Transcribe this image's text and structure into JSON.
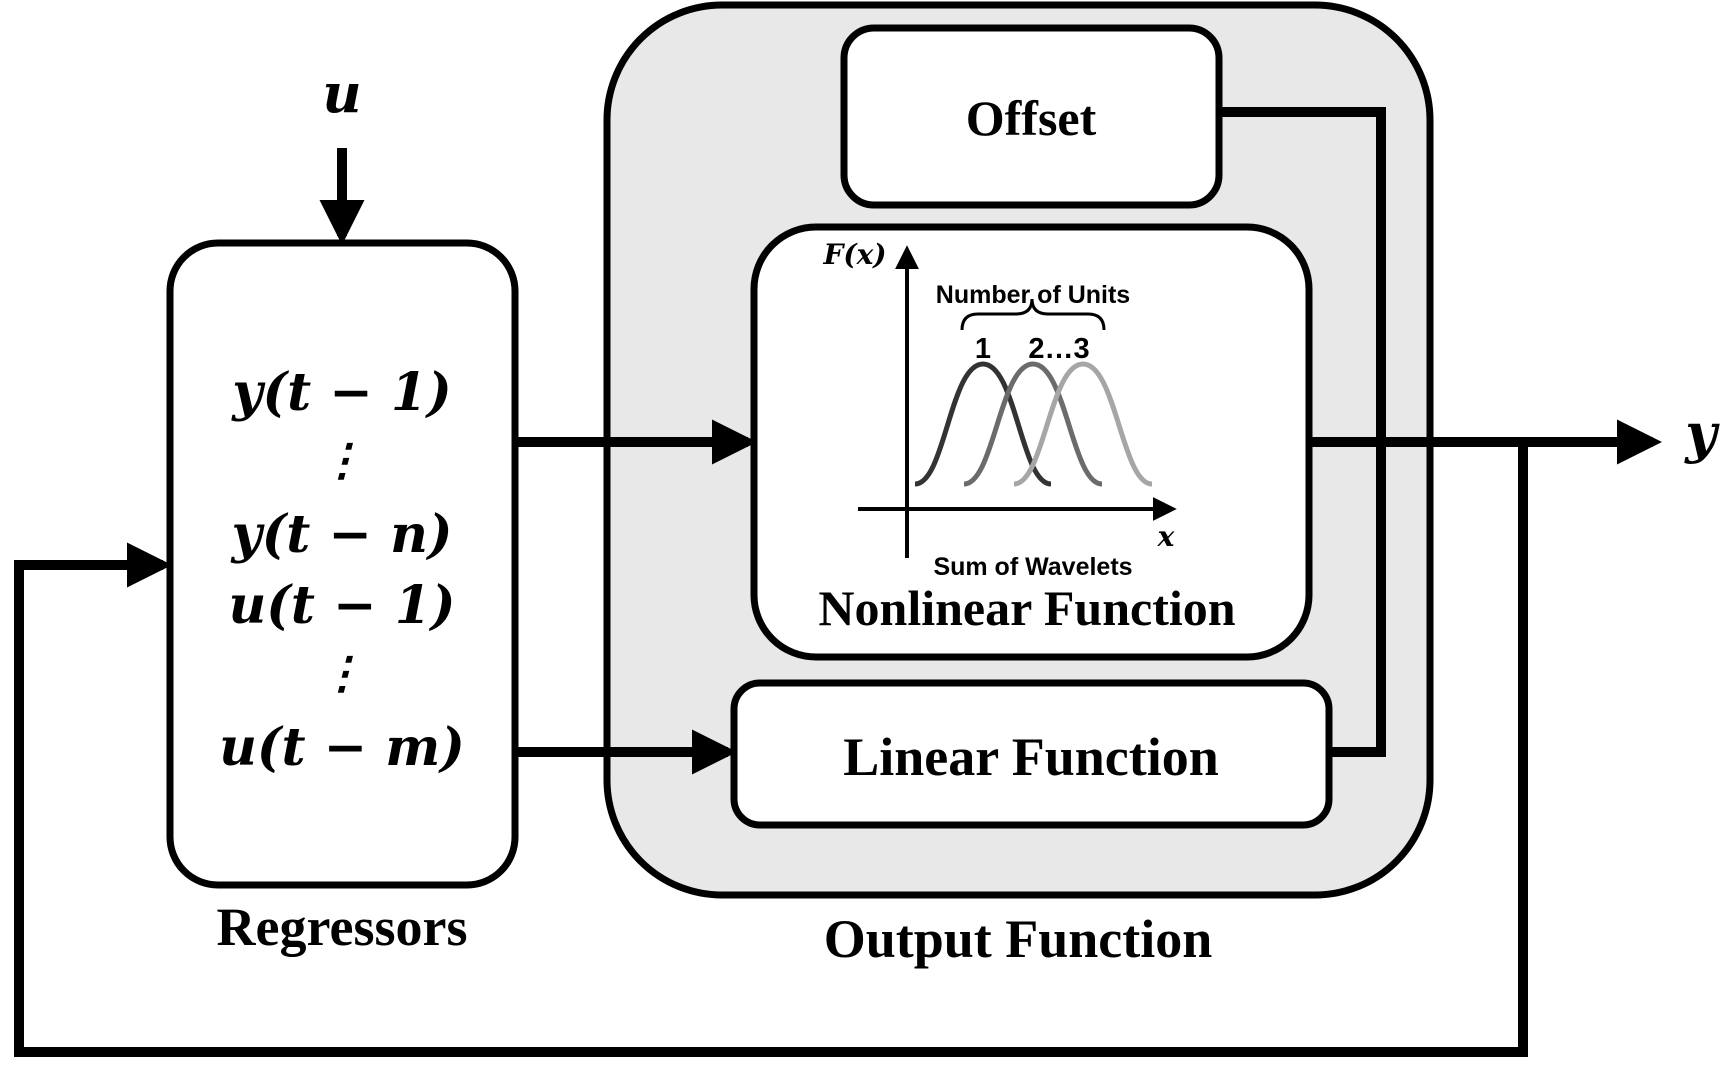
{
  "input_label": "u",
  "output_label": "y",
  "regressors": {
    "label": "Regressors",
    "items": [
      "y(t − 1)",
      "⋮",
      "y(t − n)",
      "u(t − 1)",
      "⋮",
      "u(t − m)"
    ]
  },
  "output_function": {
    "label": "Output Function",
    "offset_label": "Offset",
    "linear_label": "Linear Function",
    "nonlinear": {
      "label": "Nonlinear Function",
      "y_axis_label": "F(x)",
      "x_axis_label": "x",
      "units_label": "Number of Units",
      "unit_numbers": [
        "1",
        "2…3"
      ],
      "bottom_label": "Sum of Wavelets"
    }
  },
  "colors": {
    "stroke": "#000000",
    "panel_fill": "#e8e8e8",
    "box_fill": "#ffffff",
    "wavelet_1": "#333333",
    "wavelet_2": "#6b6b6b",
    "wavelet_3": "#a6a6a6"
  }
}
